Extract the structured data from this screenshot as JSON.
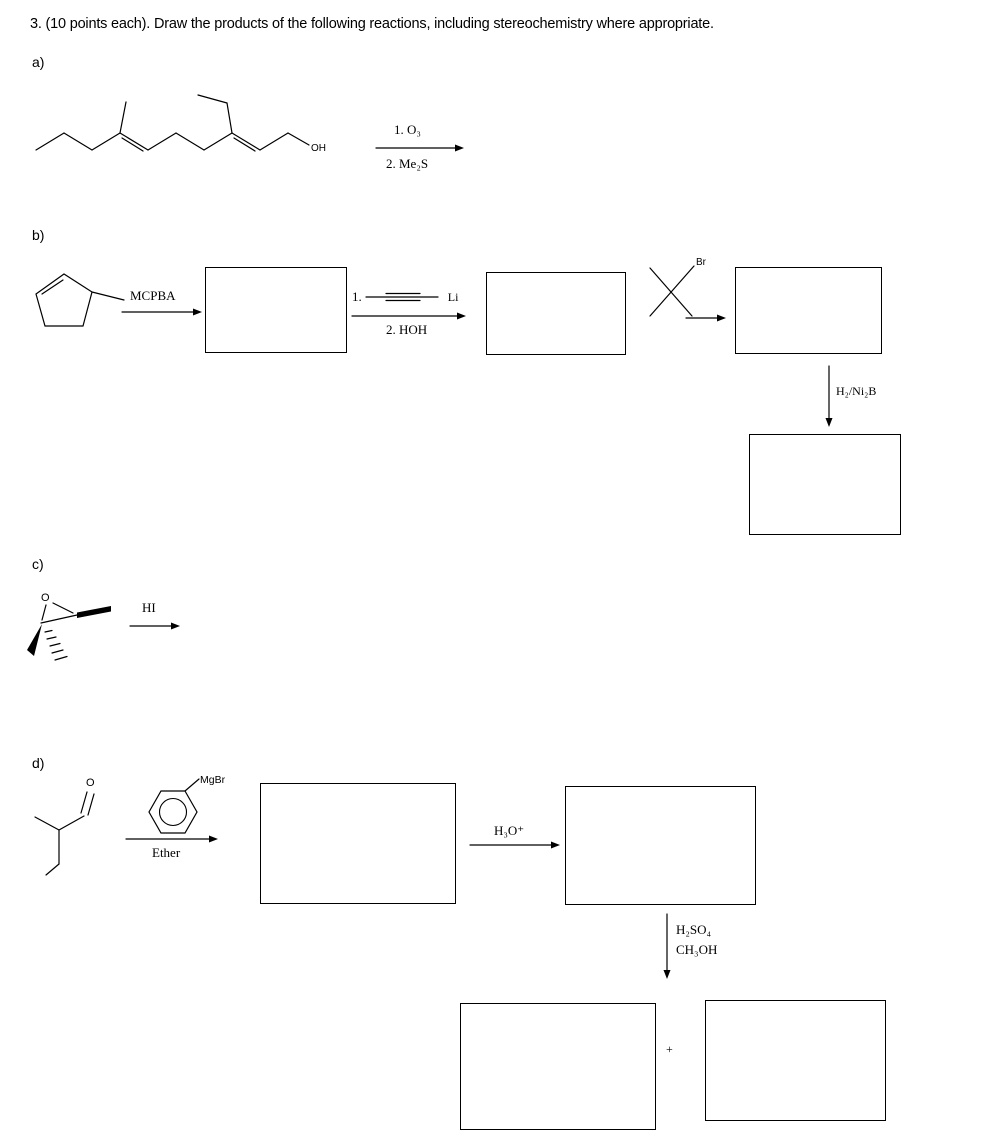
{
  "title": "3. (10 points each). Draw the products of the following reactions, including stereochemistry where appropriate.",
  "sections": {
    "a": {
      "label": "a)",
      "oh_label": "OH",
      "reagent_line1": "1. O₃",
      "reagent_line2": "2. Me₂S"
    },
    "b": {
      "label": "b)",
      "mcpba": "MCPBA",
      "step1_prefix": "1.",
      "li_label": "Li",
      "step2": "2. HOH",
      "br_label": "Br",
      "hydrogenation": "H₂/Ni₂B"
    },
    "c": {
      "label": "c)",
      "o_label": "O",
      "reagent": "HI"
    },
    "d": {
      "label": "d)",
      "o_label": "O",
      "mgbr_label": "MgBr",
      "solvent": "Ether",
      "workup": "H₃O⁺",
      "acid_line1": "H₂SO₄",
      "acid_line2": "CH₃OH",
      "plus": "+"
    }
  }
}
